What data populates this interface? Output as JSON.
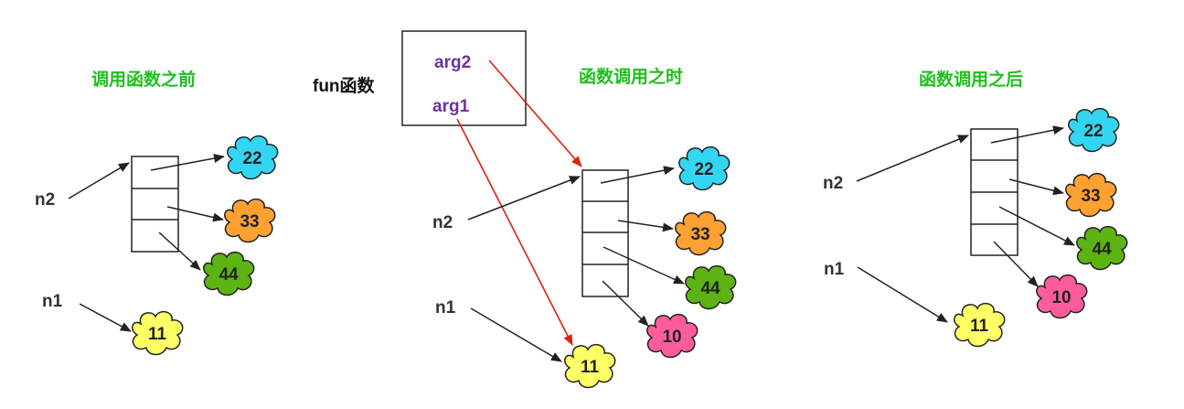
{
  "panels": {
    "before": {
      "title": "调用函数之前"
    },
    "during": {
      "title": "函数调用之时"
    },
    "after": {
      "title": "函数调用之后"
    }
  },
  "function_box": {
    "label": "fun函数",
    "args": [
      "arg2",
      "arg1"
    ]
  },
  "variables": [
    "n2",
    "n1"
  ],
  "values": {
    "v22": "22",
    "v33": "33",
    "v44": "44",
    "v10": "10",
    "v11": "11"
  },
  "colors": {
    "title_green": "#1fbf1f",
    "arg_purple": "#7030a0",
    "red_arrow": "#d9230f",
    "black": "#222222",
    "cyan": "#33d6f2",
    "orange": "#ffa033",
    "green": "#5cb312",
    "pink": "#ff5c9c",
    "yellow": "#ffff66"
  },
  "icons": [
    "cloud-icon",
    "arrow-icon"
  ]
}
